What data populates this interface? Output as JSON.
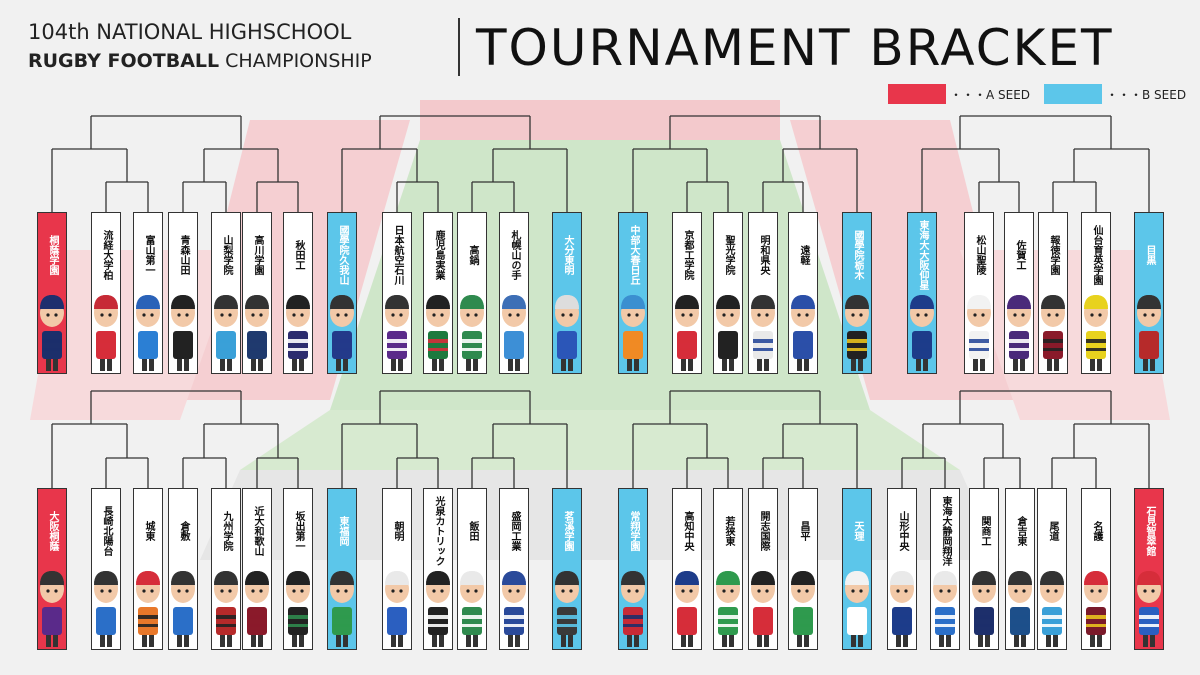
{
  "header": {
    "subtitle_line1": "104th NATIONAL HIGHSCHOOL",
    "subtitle_line2_bold": "RUGBY FOOTBALL",
    "subtitle_line2_rest": " CHAMPIONSHIP",
    "title": "TOURNAMENT BRACKET"
  },
  "legend": [
    {
      "label": "・・・A SEED",
      "color": "#e8364b"
    },
    {
      "label": "・・・B SEED",
      "color": "#5cc6ea"
    }
  ],
  "colors": {
    "a_seed": "#e8364b",
    "b_seed": "#5cc6ea",
    "line": "#333333"
  },
  "top_row": [
    {
      "name": "桐蔭学園",
      "seed": "A",
      "jersey": "#1c2f6b",
      "stripe": "#1c2f6b",
      "helmet": "#1e2f6e"
    },
    {
      "name": "流経大学柏",
      "seed": "",
      "jersey": "#d62d3a",
      "stripe": "#d62d3a",
      "helmet": "#c72a36"
    },
    {
      "name": "富山第一",
      "seed": "",
      "jersey": "#2b7fd4",
      "stripe": "#2b7fd4",
      "helmet": "#2a62b8"
    },
    {
      "name": "青森山田",
      "seed": "",
      "jersey": "#222222",
      "stripe": "#222222",
      "helmet": "#222222"
    },
    {
      "name": "山梨学院",
      "seed": "",
      "jersey": "#3aa0d8",
      "stripe": "#3aa0d8",
      "helmet": "#333333"
    },
    {
      "name": "高川学園",
      "seed": "",
      "jersey": "#1f3a6e",
      "stripe": "#1f3a6e",
      "helmet": "#333333"
    },
    {
      "name": "秋田工",
      "seed": "",
      "jersey": "#2c2c6e",
      "stripe": "#ffffff",
      "helmet": "#222222"
    },
    {
      "name": "國學院久我山",
      "seed": "B",
      "jersey": "#233a8a",
      "stripe": "#233a8a",
      "helmet": "#333333"
    },
    {
      "name": "日本航空石川",
      "seed": "",
      "jersey": "#5b2b8a",
      "stripe": "#ffffff",
      "helmet": "#333333"
    },
    {
      "name": "鹿児島実業",
      "seed": "",
      "jersey": "#1d7a3e",
      "stripe": "#d62d3a",
      "helmet": "#222222"
    },
    {
      "name": "高鍋",
      "seed": "",
      "jersey": "#2f8a4e",
      "stripe": "#ffffff",
      "helmet": "#2f8a4e"
    },
    {
      "name": "札幌山の手",
      "seed": "",
      "jersey": "#3d8fd6",
      "stripe": "#3d8fd6",
      "helmet": "#3d6fb6"
    },
    {
      "name": "大分東明",
      "seed": "B",
      "jersey": "#2b56b8",
      "stripe": "#2b56b8",
      "helmet": "#dddddd"
    },
    {
      "name": "中部大春日丘",
      "seed": "B",
      "jersey": "#f08a24",
      "stripe": "#f08a24",
      "helmet": "#3b8fd0"
    },
    {
      "name": "京都工学院",
      "seed": "",
      "jersey": "#d62d3a",
      "stripe": "#d62d3a",
      "helmet": "#222222"
    },
    {
      "name": "聖光学院",
      "seed": "",
      "jersey": "#222222",
      "stripe": "#222222",
      "helmet": "#222222"
    },
    {
      "name": "明和県央",
      "seed": "",
      "jersey": "#e9e9e9",
      "stripe": "#2a4a9a",
      "helmet": "#333333"
    },
    {
      "name": "遠軽",
      "seed": "",
      "jersey": "#2b4fa8",
      "stripe": "#2b4fa8",
      "helmet": "#2b4fa8"
    },
    {
      "name": "國學院栃木",
      "seed": "B",
      "jersey": "#222222",
      "stripe": "#e8c21e",
      "helmet": "#333333"
    },
    {
      "name": "東海大大阪仰星",
      "seed": "B",
      "jersey": "#1d3c8a",
      "stripe": "#1d3c8a",
      "helmet": "#1d3c8a"
    },
    {
      "name": "松山聖陵",
      "seed": "",
      "jersey": "#f2f2f2",
      "stripe": "#2a4a9a",
      "helmet": "#f2f2f2"
    },
    {
      "name": "佐賀工",
      "seed": "",
      "jersey": "#4a2a7a",
      "stripe": "#ffffff",
      "helmet": "#4a2a7a"
    },
    {
      "name": "報徳学園",
      "seed": "",
      "jersey": "#8a1a2a",
      "stripe": "#222222",
      "helmet": "#333333"
    },
    {
      "name": "仙台育英学園",
      "seed": "",
      "jersey": "#e8d21e",
      "stripe": "#222222",
      "helmet": "#e8d21e"
    },
    {
      "name": "目黒",
      "seed": "B",
      "jersey": "#b62a2a",
      "stripe": "#b62a2a",
      "helmet": "#333333"
    }
  ],
  "bottom_row": [
    {
      "name": "大阪桐蔭",
      "seed": "A",
      "jersey": "#5a2a8a",
      "stripe": "#5a2a8a",
      "helmet": "#333333"
    },
    {
      "name": "長崎北陽台",
      "seed": "",
      "jersey": "#2b6fc8",
      "stripe": "#2b6fc8",
      "helmet": "#333333"
    },
    {
      "name": "城東",
      "seed": "",
      "jersey": "#e8782a",
      "stripe": "#222222",
      "helmet": "#d62d3a"
    },
    {
      "name": "倉敷",
      "seed": "",
      "jersey": "#2b6fc8",
      "stripe": "#2b6fc8",
      "helmet": "#333333"
    },
    {
      "name": "九州学院",
      "seed": "",
      "jersey": "#b62a2a",
      "stripe": "#222222",
      "helmet": "#333333"
    },
    {
      "name": "近大和歌山",
      "seed": "",
      "jersey": "#8a1a2a",
      "stripe": "#8a1a2a",
      "helmet": "#222222"
    },
    {
      "name": "坂出第一",
      "seed": "",
      "jersey": "#222222",
      "stripe": "#2f8a4e",
      "helmet": "#222222"
    },
    {
      "name": "東福岡",
      "seed": "B",
      "jersey": "#2f9a4e",
      "stripe": "#2f9a4e",
      "helmet": "#333333"
    },
    {
      "name": "朝明",
      "seed": "",
      "jersey": "#2b5fc0",
      "stripe": "#2b5fc0",
      "helmet": "#e9e9e9"
    },
    {
      "name": "光泉カトリック",
      "seed": "",
      "jersey": "#222222",
      "stripe": "#ffffff",
      "helmet": "#222222"
    },
    {
      "name": "飯田",
      "seed": "",
      "jersey": "#2f8a4e",
      "stripe": "#ffffff",
      "helmet": "#e9e9e9"
    },
    {
      "name": "盛岡工業",
      "seed": "",
      "jersey": "#2a4a9a",
      "stripe": "#ffffff",
      "helmet": "#2a4a9a"
    },
    {
      "name": "茗溪学園",
      "seed": "B",
      "jersey": "#3a3a3a",
      "stripe": "#5cc6ea",
      "helmet": "#333333"
    },
    {
      "name": "常翔学園",
      "seed": "B",
      "jersey": "#c72a36",
      "stripe": "#1d2f6b",
      "helmet": "#333333"
    },
    {
      "name": "高知中央",
      "seed": "",
      "jersey": "#d62d3a",
      "stripe": "#d62d3a",
      "helmet": "#1d3c8a"
    },
    {
      "name": "若狭東",
      "seed": "",
      "jersey": "#2f9a4e",
      "stripe": "#ffffff",
      "helmet": "#2f9a4e"
    },
    {
      "name": "開志国際",
      "seed": "",
      "jersey": "#d62d3a",
      "stripe": "#d62d3a",
      "helmet": "#222222"
    },
    {
      "name": "昌平",
      "seed": "",
      "jersey": "#2f9a4e",
      "stripe": "#2f9a4e",
      "helmet": "#222222"
    },
    {
      "name": "天理",
      "seed": "B",
      "jersey": "#ffffff",
      "stripe": "#ffffff",
      "helmet": "#f2f2f2"
    },
    {
      "name": "山形中央",
      "seed": "",
      "jersey": "#1d3c8a",
      "stripe": "#1d3c8a",
      "helmet": "#e9e9e9"
    },
    {
      "name": "東海大静岡翔洋",
      "seed": "",
      "jersey": "#2b6fc8",
      "stripe": "#ffffff",
      "helmet": "#e9e9e9"
    },
    {
      "name": "関商工",
      "seed": "",
      "jersey": "#1d2f6b",
      "stripe": "#1d2f6b",
      "helmet": "#333333"
    },
    {
      "name": "倉吉東",
      "seed": "",
      "jersey": "#1d4f8a",
      "stripe": "#1d4f8a",
      "helmet": "#333333"
    },
    {
      "name": "尾道",
      "seed": "",
      "jersey": "#3aa0d8",
      "stripe": "#ffffff",
      "helmet": "#333333"
    },
    {
      "name": "名護",
      "seed": "",
      "jersey": "#7a1a2a",
      "stripe": "#e8c21e",
      "helmet": "#d62d3a"
    },
    {
      "name": "石見智翠館",
      "seed": "A",
      "jersey": "#2b5fc0",
      "stripe": "#ffffff",
      "helmet": "#d62d3a"
    }
  ]
}
